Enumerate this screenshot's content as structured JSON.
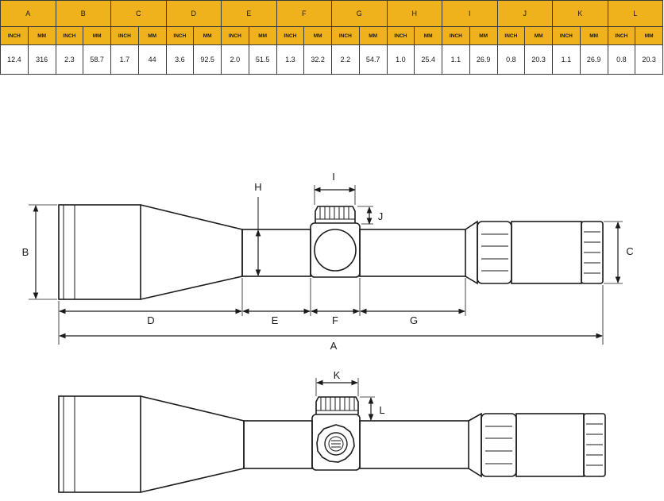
{
  "spec_table": {
    "columns": [
      {
        "letter": "A",
        "inch": "12.4",
        "mm": "316"
      },
      {
        "letter": "B",
        "inch": "2.3",
        "mm": "58.7"
      },
      {
        "letter": "C",
        "inch": "1.7",
        "mm": "44"
      },
      {
        "letter": "D",
        "inch": "3.6",
        "mm": "92.5"
      },
      {
        "letter": "E",
        "inch": "2.0",
        "mm": "51.5"
      },
      {
        "letter": "F",
        "inch": "1.3",
        "mm": "32.2"
      },
      {
        "letter": "G",
        "inch": "2.2",
        "mm": "54.7"
      },
      {
        "letter": "H",
        "inch": "1.0",
        "mm": "25.4"
      },
      {
        "letter": "I",
        "inch": "1.1",
        "mm": "26.9"
      },
      {
        "letter": "J",
        "inch": "0.8",
        "mm": "20.3"
      },
      {
        "letter": "K",
        "inch": "1.1",
        "mm": "26.9"
      },
      {
        "letter": "L",
        "inch": "0.8",
        "mm": "20.3"
      }
    ],
    "unit_inch": "INCH",
    "unit_mm": "MM"
  },
  "diagram_labels": {
    "A": "A",
    "B": "B",
    "C": "C",
    "D": "D",
    "E": "E",
    "F": "F",
    "G": "G",
    "H": "H",
    "I": "I",
    "J": "J",
    "K": "K",
    "L": "L"
  },
  "colors": {
    "header": "#f0b21c",
    "line": "#1a1a1a"
  }
}
